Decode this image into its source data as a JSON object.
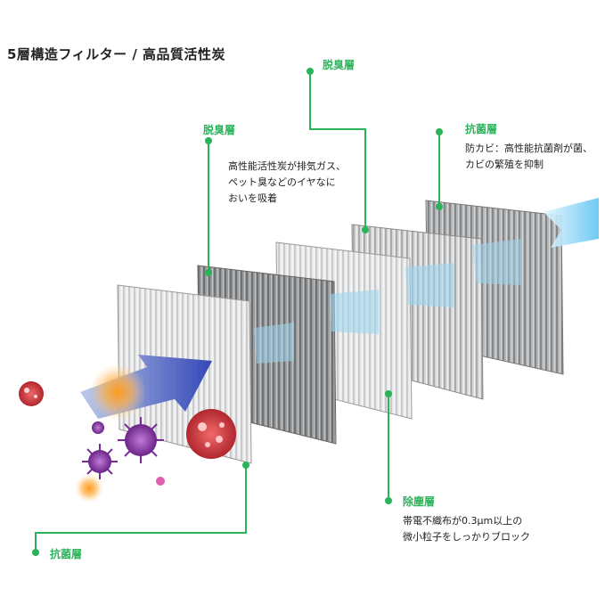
{
  "title": "5層構造フィルター / 高品質活性炭",
  "accent_color": "#2bb35a",
  "layers": [
    {
      "label": "抗菌層",
      "desc_lines": []
    },
    {
      "label": "脱臭層",
      "desc_lines": [
        "高性能活性炭が排気ガス、",
        "ペット臭などのイヤなに",
        "おいを吸着"
      ]
    },
    {
      "label": "除塵層",
      "desc_lines": [
        "帯電不織布が0.3μm以上の",
        "微小粒子をしっかりブロック"
      ]
    },
    {
      "label": "脱臭層",
      "desc_lines": []
    },
    {
      "label": "抗菌層",
      "desc_lines": [
        "防カビ：高性能抗菌剤が菌、",
        "カビの繁殖を抑制"
      ]
    }
  ]
}
